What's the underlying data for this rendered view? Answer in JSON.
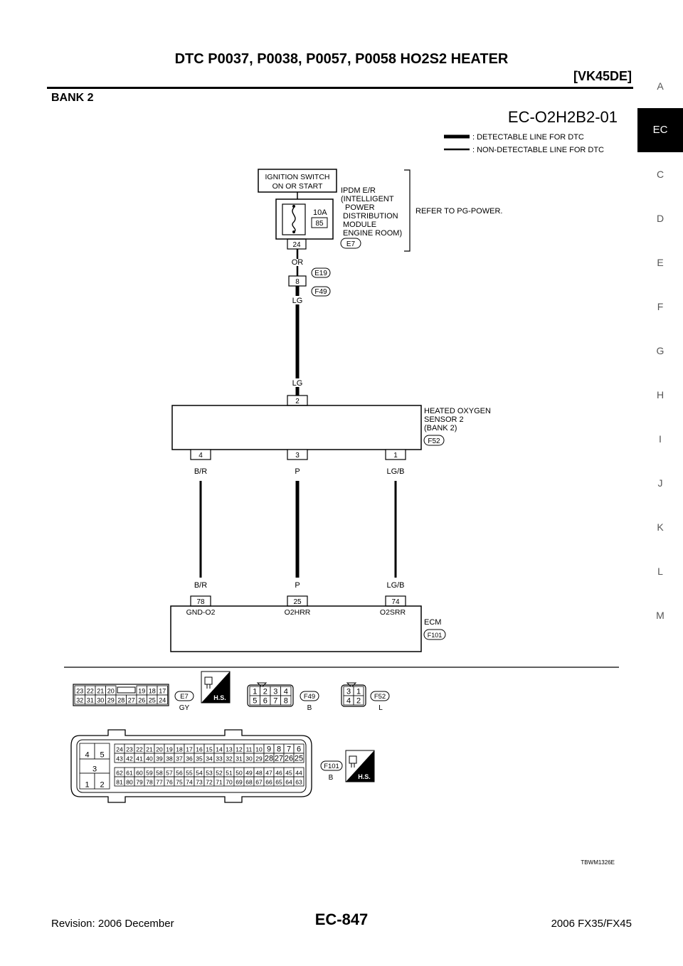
{
  "header": {
    "title": "DTC P0037, P0038, P0057, P0058 HO2S2 HEATER",
    "engine": "[VK45DE]",
    "section": "BANK 2"
  },
  "side_index": [
    {
      "label": "A"
    },
    {
      "label": "EC",
      "active": true
    },
    {
      "label": "C"
    },
    {
      "label": "D"
    },
    {
      "label": "E"
    },
    {
      "label": "F"
    },
    {
      "label": "G"
    },
    {
      "label": "H"
    },
    {
      "label": "I"
    },
    {
      "label": "J"
    },
    {
      "label": "K"
    },
    {
      "label": "L"
    },
    {
      "label": "M"
    }
  ],
  "diagram": {
    "code": "EC-O2H2B2-01",
    "legend": {
      "detectable": ": DETECTABLE LINE FOR DTC",
      "non_detectable": ": NON-DETECTABLE LINE FOR DTC"
    },
    "ignition": {
      "line1": "IGNITION SWITCH",
      "line2": "ON OR START"
    },
    "ipdm": {
      "lines": [
        "IPDM E/R",
        "(INTELLIGENT",
        "POWER",
        "DISTRIBUTION",
        "MODULE",
        "ENGINE ROOM)"
      ],
      "fuse_amp": "10A",
      "fuse_no": "85",
      "terminal": "24",
      "connector": "E7",
      "refer": "REFER TO PG-POWER."
    },
    "wire_or": "OR",
    "joint": {
      "terminal": "8",
      "top_conn": "E19",
      "bottom_conn": "F49"
    },
    "wire_lg": "LG",
    "sensor": {
      "lines": [
        "HEATED OXYGEN",
        "SENSOR 2",
        "(BANK 2)"
      ],
      "connector": "F52",
      "top_terminal": "2",
      "terminals": [
        "4",
        "3",
        "1"
      ]
    },
    "wires": [
      "B/R",
      "P",
      "LG/B"
    ],
    "ecm": {
      "label": "ECM",
      "connector": "F101",
      "terminals": [
        "78",
        "25",
        "74"
      ],
      "signals": [
        "GND-O2",
        "O2HRR",
        "O2SRR"
      ]
    }
  },
  "connector_views": {
    "e7": {
      "id": "E7",
      "color": "GY",
      "top": [
        "23",
        "22",
        "21",
        "20",
        "19",
        "18",
        "17"
      ],
      "bottom": [
        "32",
        "31",
        "30",
        "29",
        "28",
        "27",
        "26",
        "25",
        "24"
      ]
    },
    "f49": {
      "id": "F49",
      "color": "B",
      "top": [
        "1",
        "2",
        "3",
        "4"
      ],
      "bottom": [
        "5",
        "6",
        "7",
        "8"
      ]
    },
    "f52": {
      "id": "F52",
      "color": "L",
      "top": [
        "3",
        "1"
      ],
      "bottom": [
        "4",
        "2"
      ]
    },
    "f101": {
      "id": "F101",
      "color": "B",
      "left_top": [
        "4",
        "5"
      ],
      "left_mid": "3",
      "left_bottom": [
        "1",
        "2"
      ],
      "rows": [
        [
          "24",
          "23",
          "22",
          "21",
          "20",
          "19",
          "18",
          "17",
          "16",
          "15",
          "14",
          "13",
          "12",
          "11",
          "10",
          "9",
          "8",
          "7",
          "6"
        ],
        [
          "43",
          "42",
          "41",
          "40",
          "39",
          "38",
          "37",
          "36",
          "35",
          "34",
          "33",
          "32",
          "31",
          "30",
          "29",
          "28",
          "27",
          "26",
          "25"
        ],
        [
          "62",
          "61",
          "60",
          "59",
          "58",
          "57",
          "56",
          "55",
          "54",
          "53",
          "52",
          "51",
          "50",
          "49",
          "48",
          "47",
          "46",
          "45",
          "44"
        ],
        [
          "81",
          "80",
          "79",
          "78",
          "77",
          "76",
          "75",
          "74",
          "73",
          "72",
          "71",
          "70",
          "69",
          "68",
          "67",
          "66",
          "65",
          "64",
          "63"
        ]
      ]
    },
    "hs_label": "H.S."
  },
  "footer": {
    "figure_id": "TBWM1326E",
    "revision": "Revision: 2006 December",
    "page": "EC-847",
    "model": "2006 FX35/FX45"
  }
}
